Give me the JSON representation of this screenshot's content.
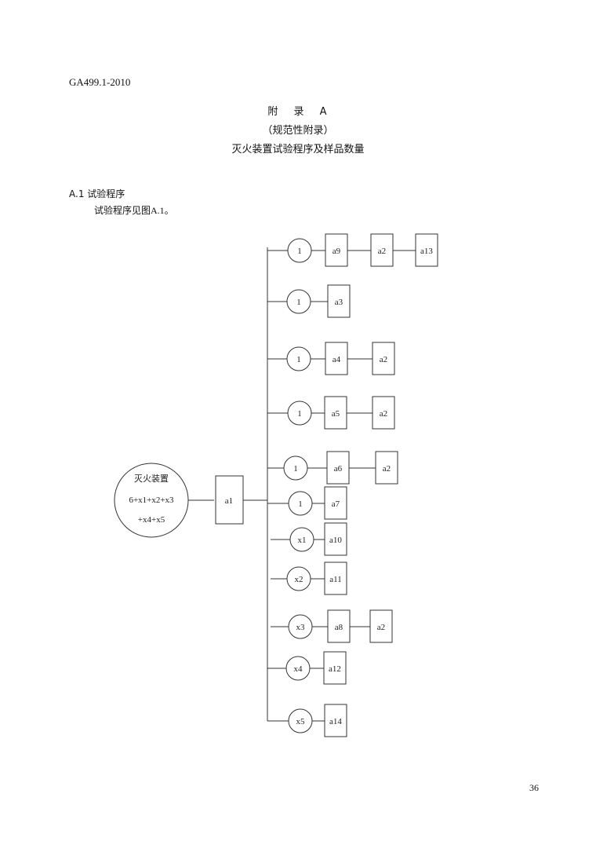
{
  "header": {
    "standard_no": "GA499.1-2010"
  },
  "appendix": {
    "label": "附 录 A",
    "type": "（规范性附录）",
    "title": "灭火装置试验程序及样品数量"
  },
  "section": {
    "heading": "A.1 试验程序",
    "text": "试验程序见图A.1。"
  },
  "diagram": {
    "source": {
      "line1": "灭火装置",
      "line2": "6+x1+x2+x3",
      "line3": "+x4+x5"
    },
    "first_step": "a1",
    "branches": [
      {
        "count": "1",
        "steps": [
          "a9",
          "a2",
          "a13"
        ]
      },
      {
        "count": "1",
        "steps": [
          "a3"
        ]
      },
      {
        "count": "1",
        "steps": [
          "a4",
          "a2"
        ]
      },
      {
        "count": "1",
        "steps": [
          "a5",
          "a2"
        ]
      },
      {
        "count": "1",
        "steps": [
          "a6",
          "a2"
        ]
      },
      {
        "count": "1",
        "steps": [
          "a7"
        ]
      },
      {
        "count": "x1",
        "steps": [
          "a10"
        ]
      },
      {
        "count": "x2",
        "steps": [
          "a11"
        ]
      },
      {
        "count": "x3",
        "steps": [
          "a8",
          "a2"
        ]
      },
      {
        "count": "x4",
        "steps": [
          "a12"
        ]
      },
      {
        "count": "x5",
        "steps": [
          "a14"
        ]
      }
    ]
  },
  "footer": {
    "page_number": "36"
  }
}
